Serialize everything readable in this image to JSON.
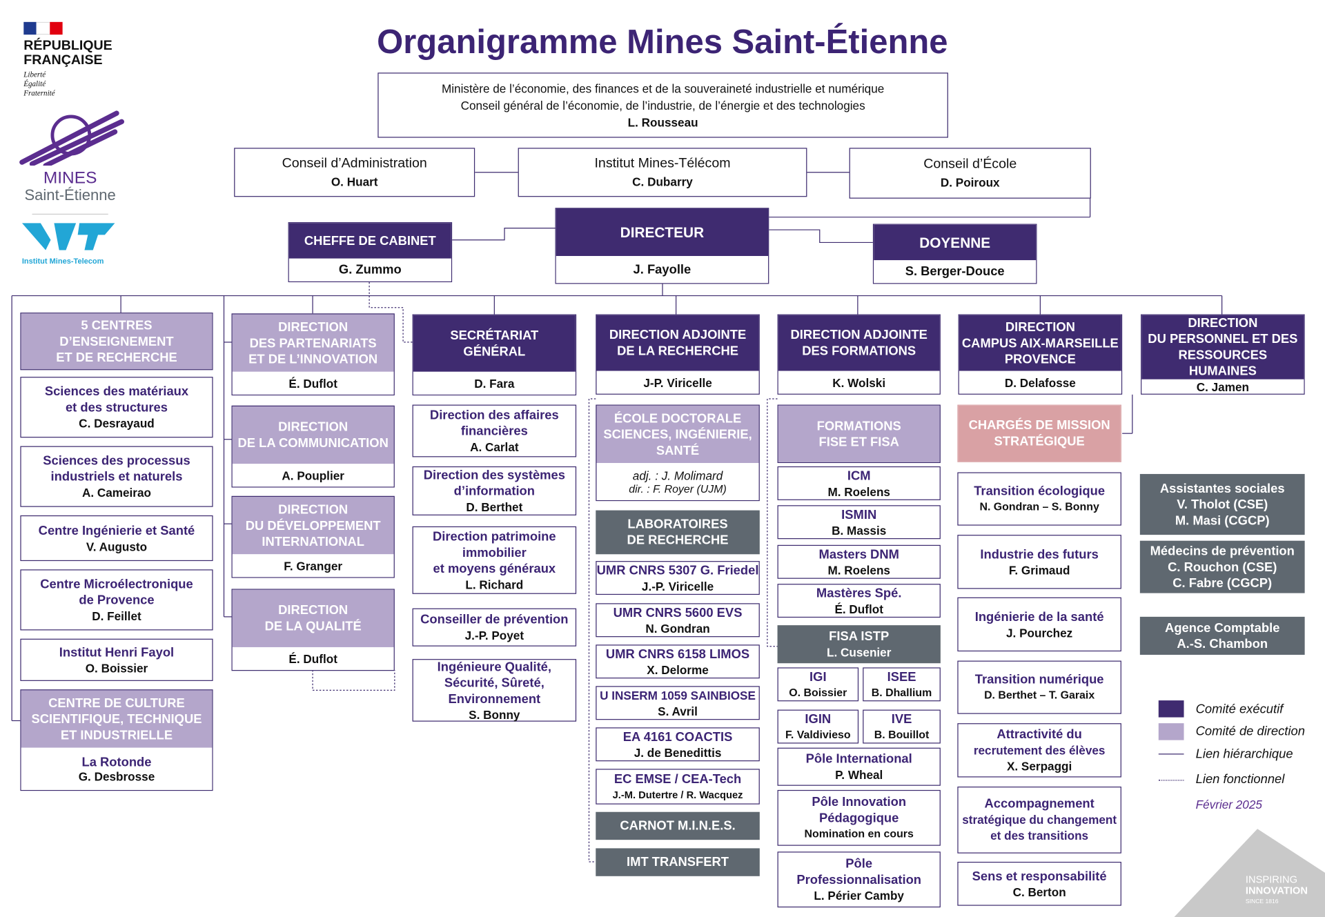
{
  "title": "Organigramme Mines Saint-Étienne",
  "logos": {
    "republique": [
      "RÉPUBLIQUE",
      "FRANÇAISE"
    ],
    "motto": [
      "Liberté",
      "Égalité",
      "Fraternité"
    ],
    "mines": [
      "MINES",
      "Saint-Étienne"
    ],
    "imt": "Institut Mines-Telecom",
    "inspiring": [
      "INSPIRING",
      "INNOVATION",
      "SINCE 1816"
    ]
  },
  "ministere": {
    "line1": "Ministère de l’économie, des finances et de la souveraineté industrielle et numérique",
    "line2": "Conseil général de l’économie, de l’industrie, de l’énergie et des technologies",
    "name": "L. Rousseau"
  },
  "ca": {
    "title": "Conseil d’Administration",
    "name": "O. Huart"
  },
  "imt": {
    "title": "Institut Mines-Télécom",
    "name": "C. Dubarry"
  },
  "ce": {
    "title": "Conseil d’École",
    "name": "D. Poiroux"
  },
  "cheffe": {
    "title": "CHEFFE DE CABINET",
    "name": "G. Zummo"
  },
  "directeur": {
    "title": "DIRECTEUR",
    "name": "J. Fayolle"
  },
  "doyenne": {
    "title": "DOYENNE",
    "name": "S. Berger-Douce"
  },
  "col1": {
    "head": {
      "title": [
        "5 CENTRES",
        "D’ENSEIGNEMENT",
        "ET DE RECHERCHE"
      ]
    },
    "items": [
      {
        "title": [
          "Sciences des matériaux",
          "et des structures"
        ],
        "name": "C. Desrayaud"
      },
      {
        "title": [
          "Sciences des processus",
          "industriels et naturels"
        ],
        "name": "A. Cameirao"
      },
      {
        "title": [
          "Centre Ingénierie et Santé"
        ],
        "name": "V. Augusto"
      },
      {
        "title": [
          "Centre Microélectronique",
          "de Provence"
        ],
        "name": "D. Feillet"
      },
      {
        "title": [
          "Institut Henri Fayol"
        ],
        "name": "O. Boissier"
      }
    ],
    "culture": {
      "title": [
        "CENTRE DE CULTURE",
        "SCIENTIFIQUE, TECHNIQUE",
        "ET INDUSTRIELLE"
      ],
      "sub": "La Rotonde",
      "name": "G. Desbrosse"
    }
  },
  "col2": [
    {
      "title": [
        "DIRECTION",
        "DES PARTENARIATS",
        "ET DE L’INNOVATION"
      ],
      "name": "É. Duflot"
    },
    {
      "title": [
        "DIRECTION",
        "DE LA COMMUNICATION"
      ],
      "name": "A. Pouplier"
    },
    {
      "title": [
        "DIRECTION",
        "DU DÉVELOPPEMENT",
        "INTERNATIONAL"
      ],
      "name": "F. Granger"
    },
    {
      "title": [
        "DIRECTION",
        "DE LA QUALITÉ"
      ],
      "name": "É. Duflot"
    }
  ],
  "col3": {
    "head": {
      "title": [
        "SECRÉTARIAT",
        "GÉNÉRAL"
      ],
      "name": "D. Fara"
    },
    "items": [
      {
        "title": [
          "Direction des affaires",
          "financières"
        ],
        "name": "A. Carlat"
      },
      {
        "title": [
          "Direction des systèmes",
          "d’information"
        ],
        "name": "D. Berthet"
      },
      {
        "title": [
          "Direction patrimoine",
          "immobilier",
          "et moyens généraux"
        ],
        "name": "L. Richard"
      },
      {
        "title": [
          "Conseiller de prévention"
        ],
        "name": "J.-P. Poyet"
      },
      {
        "title": [
          "Ingénieure Qualité,",
          "Sécurité, Sûreté,",
          "Environnement"
        ],
        "name": "S. Bonny"
      }
    ]
  },
  "col4": {
    "head": {
      "title": [
        "DIRECTION ADJOINTE",
        "DE LA RECHERCHE"
      ],
      "name": "J-P. Viricelle"
    },
    "ecole": {
      "title": [
        "ÉCOLE DOCTORALE",
        "SCIENCES, INGÉNIERIE,",
        "SANTÉ"
      ],
      "adj": "adj. : J. Molimard",
      "dir": "dir. : F. Royer (UJM)"
    },
    "labs": [
      "LABORATOIRES",
      "DE RECHERCHE"
    ],
    "items": [
      {
        "title": "UMR CNRS 5307 G. Friedel",
        "name": "J.-P. Viricelle"
      },
      {
        "title": "UMR CNRS 5600 EVS",
        "name": "N. Gondran"
      },
      {
        "title": "UMR CNRS 6158 LIMOS",
        "name": "X. Delorme"
      },
      {
        "title": "U INSERM 1059 SAINBIOSE",
        "name": "S. Avril"
      },
      {
        "title": "EA 4161 COACTIS",
        "name": "J. de Benedittis"
      },
      {
        "title": "EC EMSE / CEA-Tech",
        "name": "J.-M. Dutertre / R. Wacquez"
      }
    ],
    "carnot": "CARNOT M.I.N.E.S.",
    "imtt": "IMT TRANSFERT"
  },
  "col5": {
    "head": {
      "title": [
        "DIRECTION ADJOINTE",
        "DES FORMATIONS"
      ],
      "name": "K. Wolski"
    },
    "fise": [
      "FORMATIONS",
      "FISE ET FISA"
    ],
    "items": [
      {
        "title": "ICM",
        "name": "M. Roelens"
      },
      {
        "title": "ISMIN",
        "name": "B. Massis"
      },
      {
        "title": "Masters DNM",
        "name": "M. Roelens"
      },
      {
        "title": "Mastères Spé.",
        "name": "É. Duflot"
      }
    ],
    "fisa": {
      "title": "FISA ISTP",
      "name": "L. Cusenier"
    },
    "pairs": [
      {
        "title": "IGI",
        "name": "O. Boissier"
      },
      {
        "title": "ISEE",
        "name": "B. Dhallium"
      },
      {
        "title": "IGIN",
        "name": "F. Valdivieso"
      },
      {
        "title": "IVE",
        "name": "B. Bouillot"
      }
    ],
    "poles": [
      {
        "title": [
          "Pôle International"
        ],
        "name": "P. Wheal"
      },
      {
        "title": [
          "Pôle Innovation",
          "Pédagogique"
        ],
        "name": "Nomination en cours"
      },
      {
        "title": [
          "Pôle",
          "Professionnalisation"
        ],
        "name": "L. Périer Camby"
      }
    ]
  },
  "col6": {
    "head": {
      "title": [
        "DIRECTION",
        "CAMPUS AIX-MARSEILLE",
        "PROVENCE"
      ],
      "name": "D. Delafosse"
    },
    "charges": [
      "CHARGÉS DE MISSION",
      "STRATÉGIQUE"
    ],
    "items": [
      {
        "title": [
          "Transition écologique"
        ],
        "name": "N. Gondran – S. Bonny"
      },
      {
        "title": [
          "Industrie des futurs"
        ],
        "name": "F. Grimaud"
      },
      {
        "title": [
          "Ingénierie de la santé"
        ],
        "name": "J. Pourchez"
      },
      {
        "title": [
          "Transition numérique"
        ],
        "name": "D. Berthet – T. Garaix"
      },
      {
        "title": [
          "Attractivité du",
          "recrutement des élèves"
        ],
        "name": "X. Serpaggi"
      },
      {
        "title": [
          "Accompagnement",
          "stratégique du changement",
          "et des transitions"
        ],
        "name": ""
      },
      {
        "title": [
          "Sens et responsabilité"
        ],
        "name": "C. Berton"
      }
    ]
  },
  "col7": {
    "head": {
      "title": [
        "DIRECTION",
        "DU PERSONNEL ET DES",
        "RESSOURCES HUMAINES"
      ],
      "name": "C. Jamen"
    },
    "grays": [
      {
        "lines": [
          "Assistantes sociales",
          "V. Tholot (CSE)",
          "M. Masi (CGCP)"
        ]
      },
      {
        "lines": [
          "Médecins de prévention",
          "C. Rouchon (CSE)",
          "C. Fabre (CGCP)"
        ]
      },
      {
        "lines": [
          "Agence Comptable",
          "A.-S. Chambon"
        ]
      }
    ]
  },
  "legend": {
    "exec": "Comité exécutif",
    "direction": "Comité de direction",
    "hier": "Lien hiérarchique",
    "func": "Lien fonctionnel",
    "date": "Février 2025",
    "colors": {
      "exec": "#3f2b70",
      "direction": "#b4a6cb",
      "gray": "#5f6870",
      "pink": "#d9a1a4"
    }
  }
}
